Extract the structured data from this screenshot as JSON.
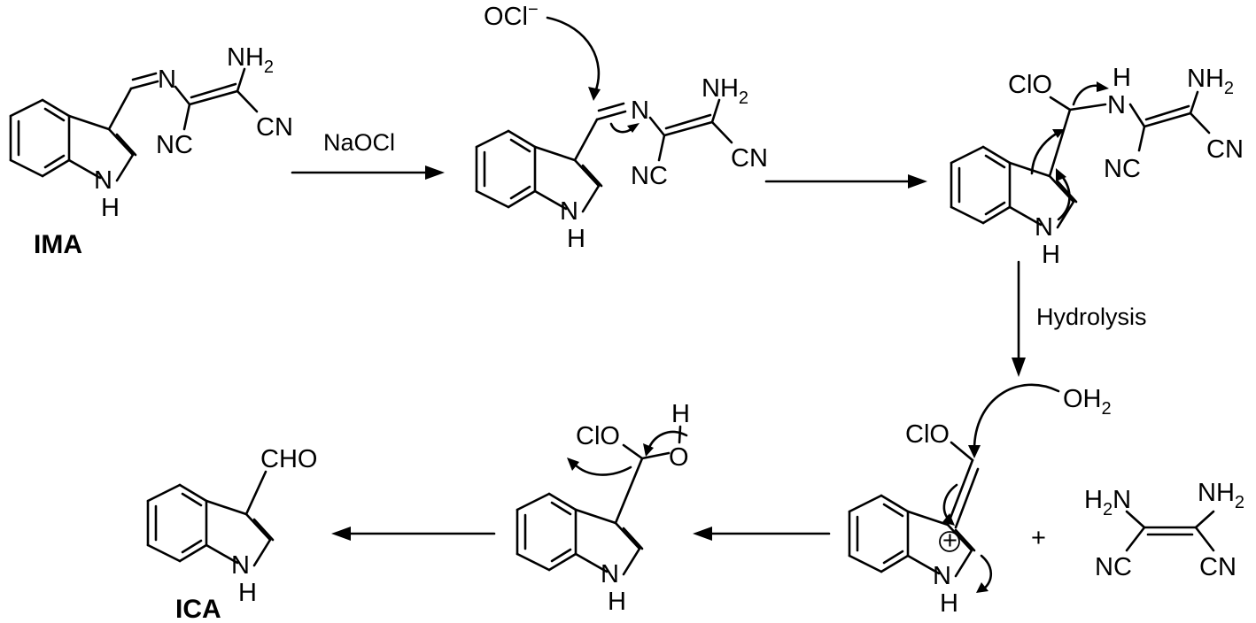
{
  "scheme": {
    "compounds": {
      "ima": "IMA",
      "ica": "ICA"
    },
    "conditions": {
      "reagent": "NaOCl",
      "hydrolysis": "Hydrolysis"
    },
    "species": {
      "hypochlorite": "OCl",
      "hypochlorite_charge": "−",
      "water": "OH",
      "water_sub": "2",
      "plus": "+",
      "positive_charge": "+"
    },
    "atoms": {
      "indole_nh_n": "N",
      "indole_nh_h": "H",
      "imine_n": "N",
      "amine_n": "N",
      "amine_h": "H",
      "amino": "NH",
      "amino_sub": "2",
      "amino_left": "H",
      "amino_left_sub": "2",
      "amino_left_n": "N",
      "nitrile_right": "CN",
      "nitrile_left": "NC",
      "chloro_oxy": "ClO",
      "hydroxyl_o": "O",
      "hydroxyl_h": "H",
      "aldehyde": "CHO"
    }
  }
}
